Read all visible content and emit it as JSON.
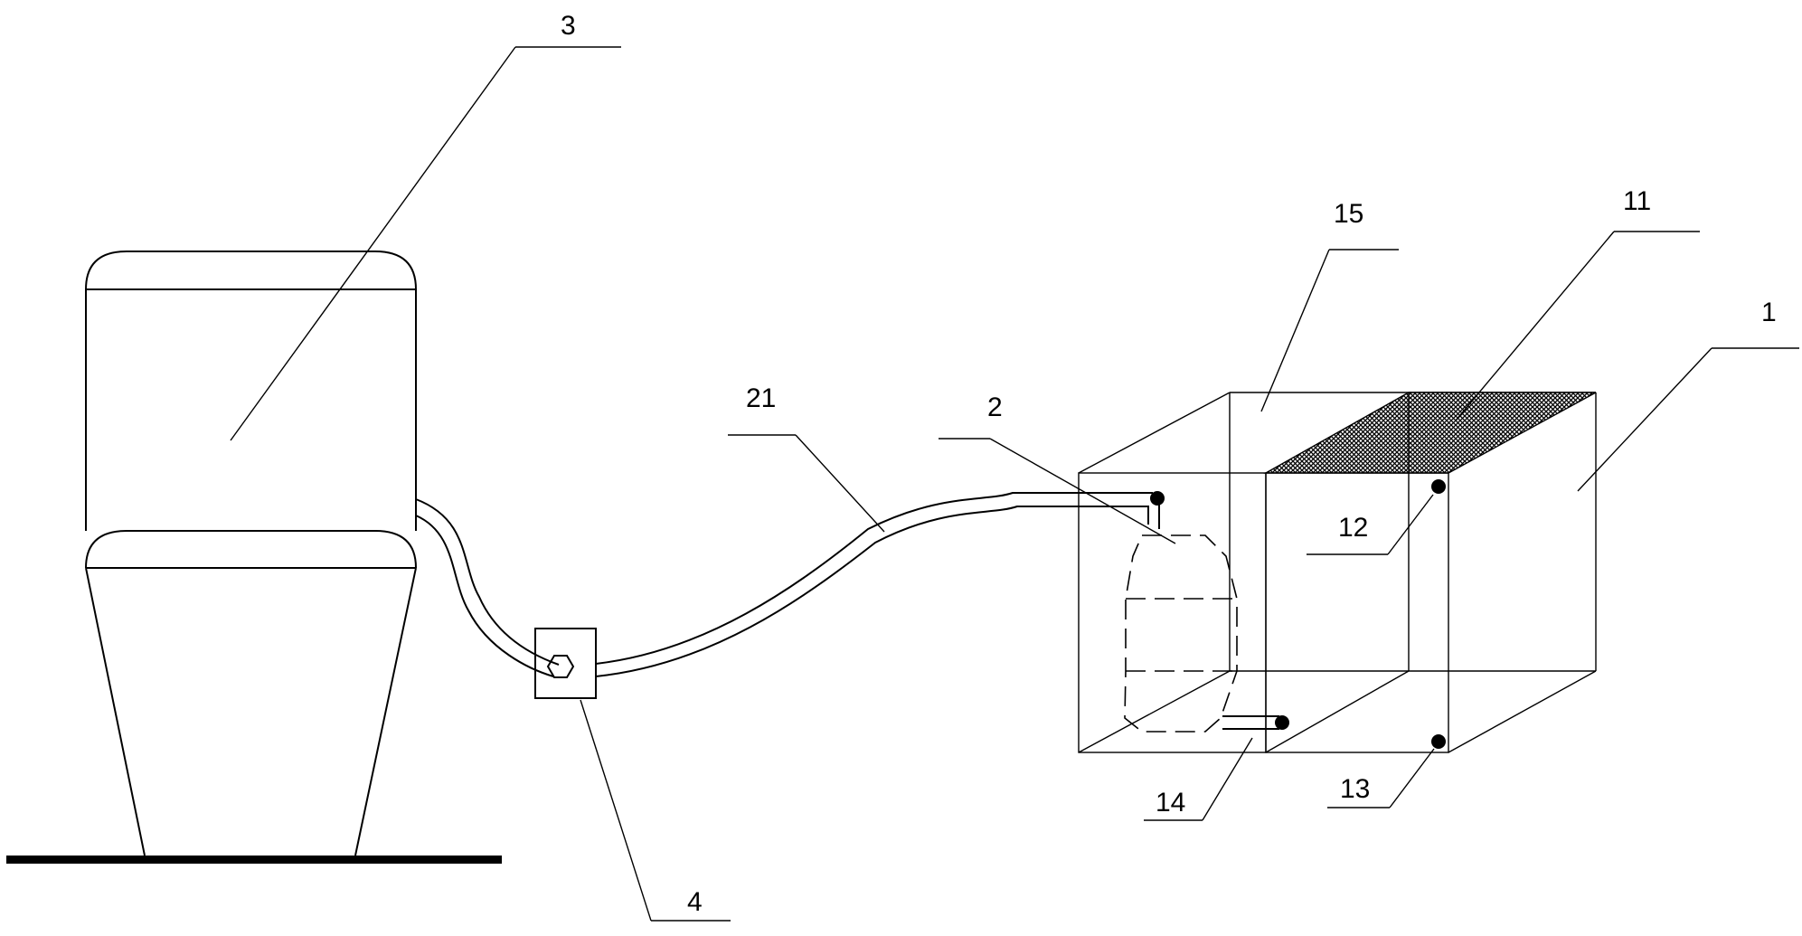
{
  "labels": {
    "toilet": "3",
    "valve": "4",
    "pipe": "21",
    "pump": "2",
    "chamber": "15",
    "mesh": "11",
    "tank": "1",
    "upper_port": "12",
    "lower_port": "13",
    "outlet_port": "14"
  },
  "icons": {
    "valve_knob": "hexagon-knob-icon",
    "port": "filled-circle-port-icon"
  },
  "colors": {
    "line": "#000000",
    "background": "#ffffff"
  }
}
